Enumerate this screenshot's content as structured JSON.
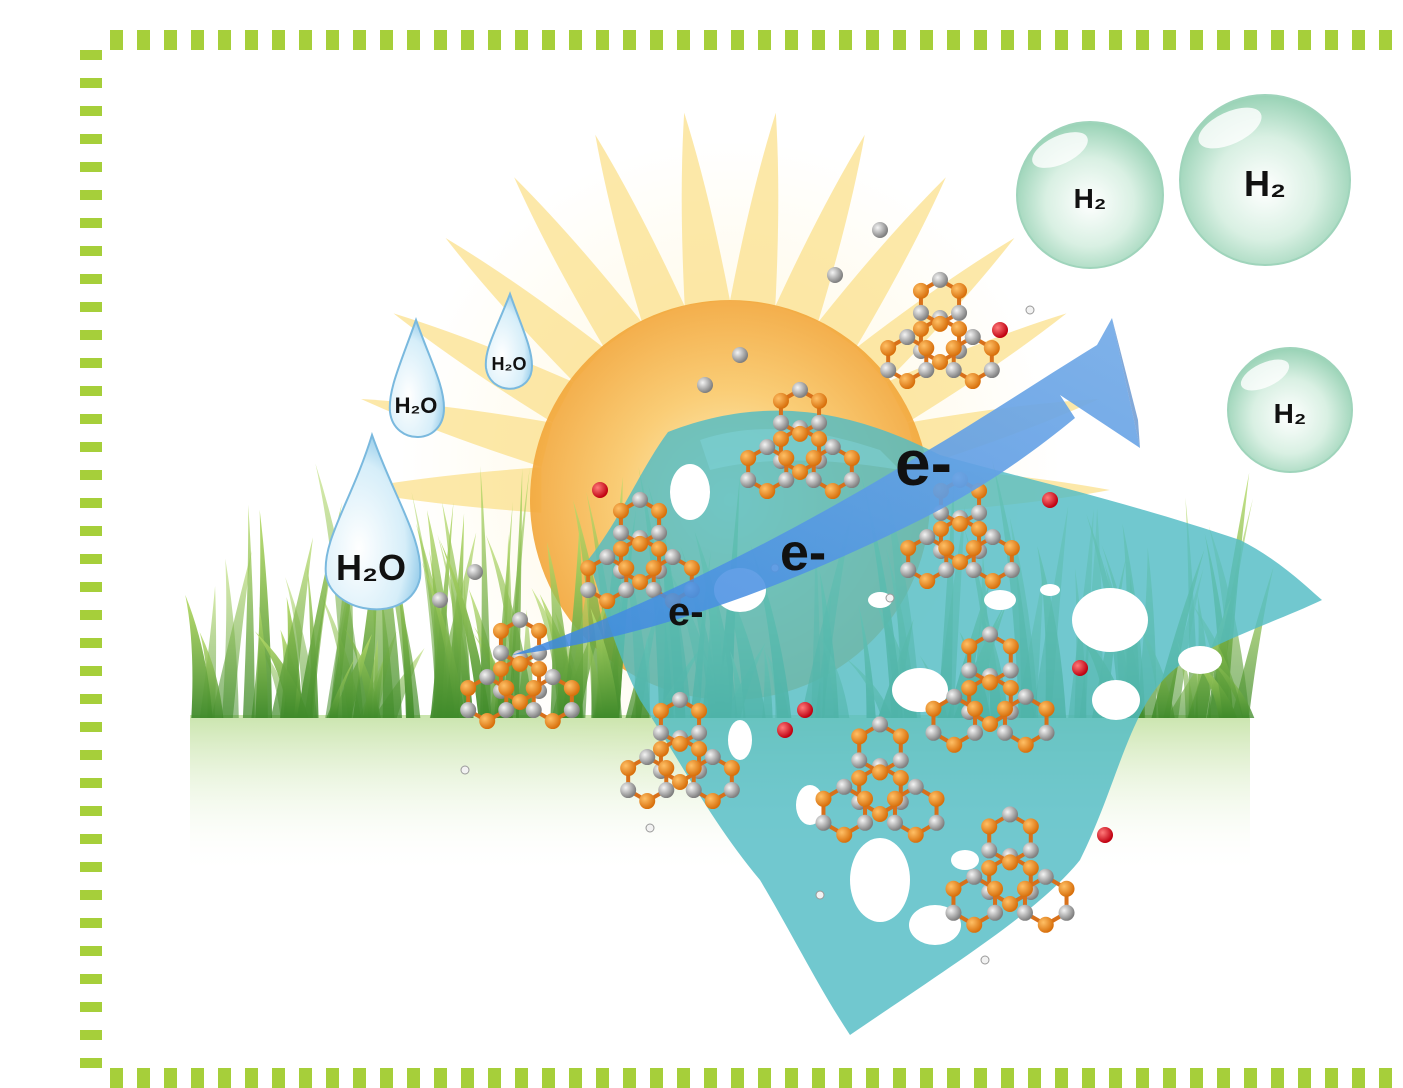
{
  "frame": {
    "accent_color": "#a6cf3a"
  },
  "colors": {
    "sun_center": "#f6b24a",
    "sun_ray": "#fbe08c",
    "grass": "#6fae3a",
    "sheet": "#52bcc4",
    "arrow": "#4a90d9",
    "carbon_atom": "#9d9d9d",
    "nitrogen_atom": "#f08a1c",
    "oxygen_atom": "#e0101a",
    "hydrogen_atom": "#f2f2f2",
    "bubble": "#b7e2cc"
  },
  "icons": [
    "sun-icon",
    "water-droplet-icon",
    "hydrogen-bubble-icon",
    "electron-flow-arrow-icon",
    "porous-sheet-icon",
    "molecule-icon"
  ],
  "droplets": [
    {
      "label": "H₂O"
    },
    {
      "label": "H₂O"
    },
    {
      "label": "H₂O"
    }
  ],
  "bubbles": [
    {
      "label": "H₂"
    },
    {
      "label": "H₂"
    },
    {
      "label": "H₂"
    }
  ],
  "electrons": [
    {
      "label": "e-"
    },
    {
      "label": "e-"
    },
    {
      "label": "e-"
    }
  ]
}
